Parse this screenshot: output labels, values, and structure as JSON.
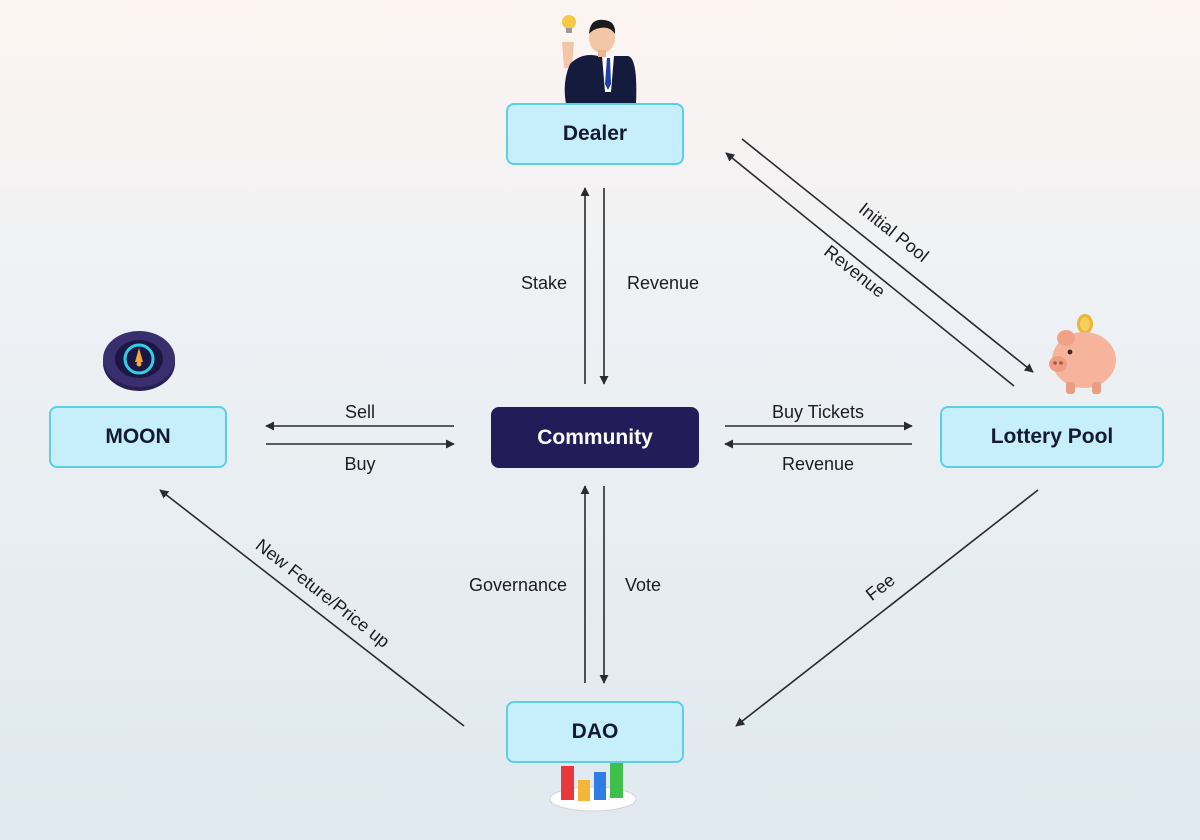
{
  "nodes": {
    "dealer": "Dealer",
    "moon": "MOON",
    "community": "Community",
    "lottery_pool": "Lottery Pool",
    "dao": "DAO"
  },
  "edges": {
    "stake": "Stake",
    "revenue_dealer": "Revenue",
    "sell": "Sell",
    "buy": "Buy",
    "buy_tickets": "Buy Tickets",
    "revenue_lottery": "Revenue",
    "governance": "Governance",
    "vote": "Vote",
    "initial_pool": "Initial Pool",
    "revenue_pool_dealer": "Revenue",
    "fee": "Fee",
    "new_feature": "New Feture/Price up"
  },
  "colors": {
    "node_fill": "#c7effb",
    "node_border": "#5ccfe2",
    "community_fill": "#221d58",
    "arrow": "#2a2a30"
  },
  "icons": {
    "dealer": "businessman-icon",
    "moon": "moon-coin-icon",
    "lottery_pool": "piggy-bank-icon",
    "dao": "bar-chart-icon"
  }
}
